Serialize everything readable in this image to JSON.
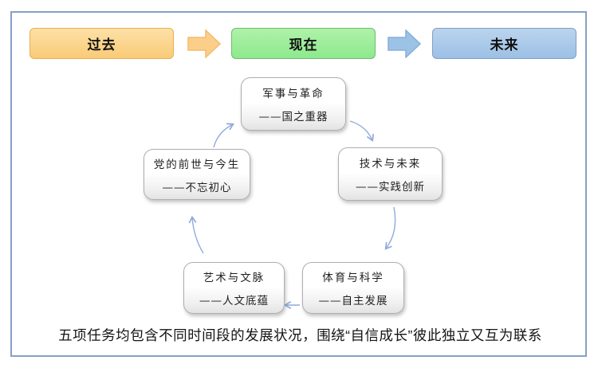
{
  "timeline": {
    "items": [
      {
        "label": "过去",
        "fill": "#F9CB77",
        "border": "#ECAE4C"
      },
      {
        "label": "现在",
        "fill": "#8DE98D",
        "border": "#6FB974"
      },
      {
        "label": "未来",
        "fill": "#9CC0E5",
        "border": "#7F9FC9"
      }
    ],
    "arrow_colors": {
      "first": "#FBCF8A",
      "second": "#9CC2E6"
    }
  },
  "cycle": {
    "arrow_color": "#8FAADC",
    "nodes": [
      {
        "title": "军事与革命",
        "subtitle": "——国之重器"
      },
      {
        "title": "技术与未来",
        "subtitle": "——实践创新"
      },
      {
        "title": "体育与科学",
        "subtitle": "——自主发展"
      },
      {
        "title": "艺术与文脉",
        "subtitle": "——人文底蕴"
      },
      {
        "title": "党的前世与今生",
        "subtitle": "——不忘初心"
      }
    ]
  },
  "caption": {
    "text": "五项任务均包含不同时间段的发展状况，围绕“自信成长”彼此独立又互为联系"
  },
  "frame_border_color": "#84A1C6"
}
